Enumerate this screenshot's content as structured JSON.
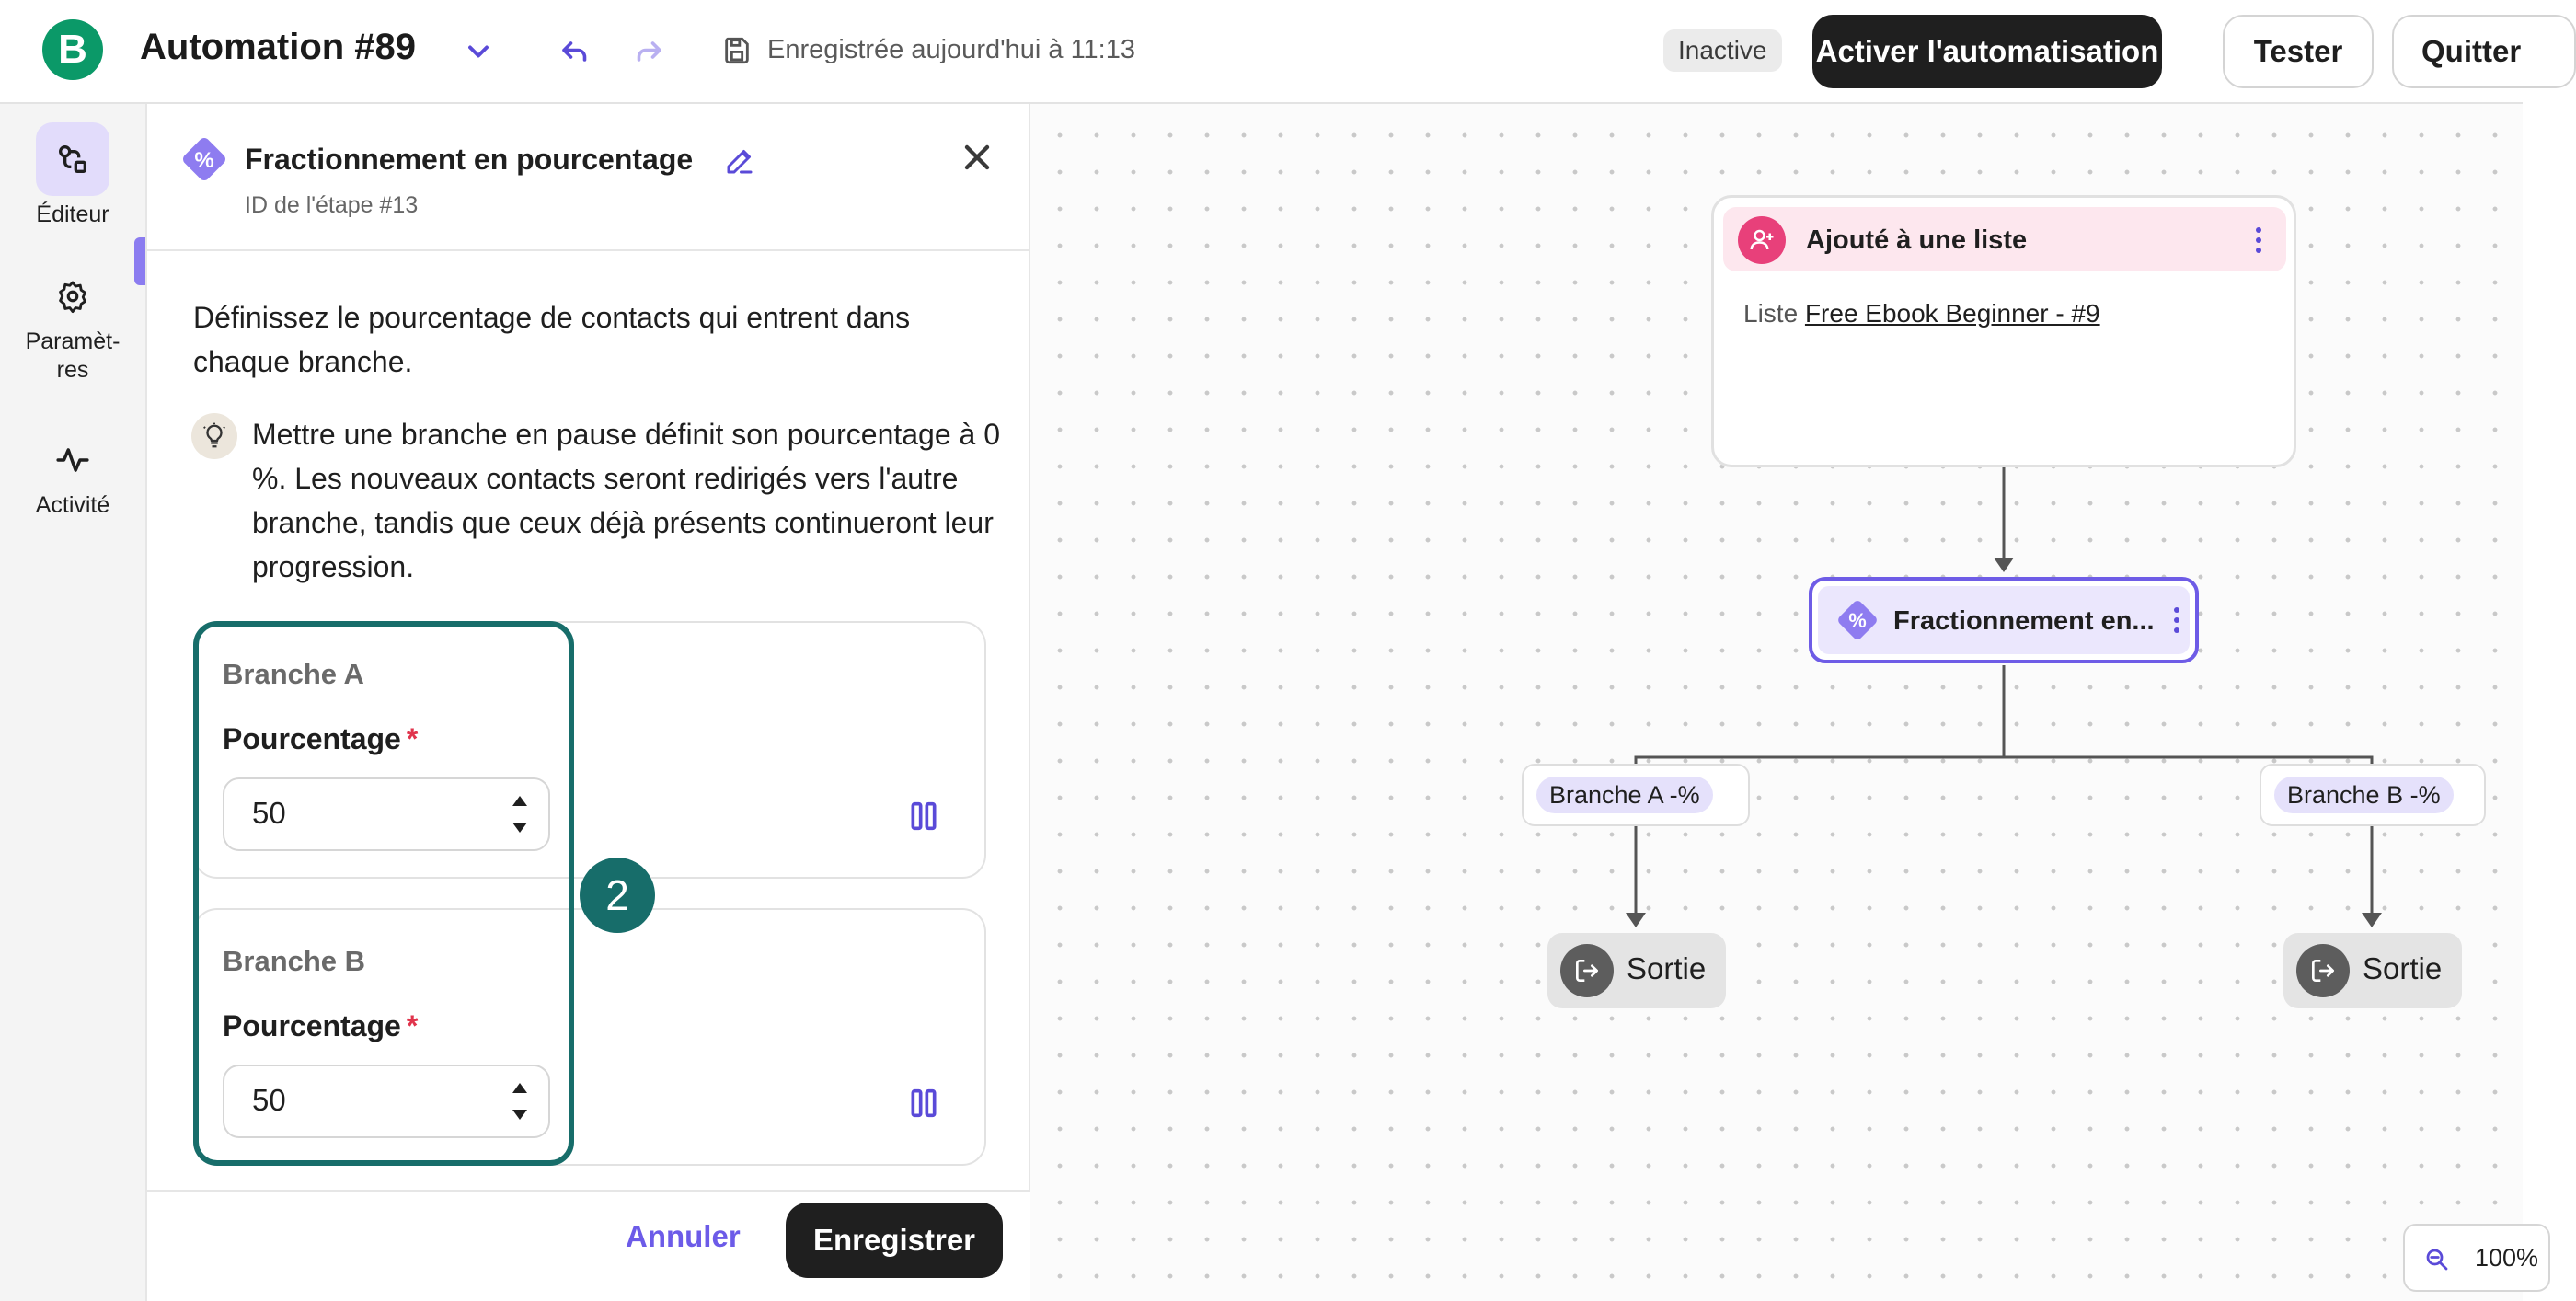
{
  "header": {
    "logo_letter": "B",
    "title": "Automation #89",
    "saved_status": "Enregistrée aujourd'hui à 11:13",
    "status_badge": "Inactive",
    "activate_label": "Activer l'automatisation",
    "test_label": "Tester",
    "quit_label": "Quitter"
  },
  "rail": {
    "items": [
      {
        "label": "Éditeur",
        "icon": "editor-icon",
        "active": true
      },
      {
        "label": "Paramèt-res",
        "icon": "gear-icon",
        "active": false
      },
      {
        "label": "Activité",
        "icon": "activity-icon",
        "active": false
      }
    ],
    "settings_line1": "Paramèt-",
    "settings_line2": "res"
  },
  "panel": {
    "title": "Fractionnement en pourcentage",
    "step_id": "ID de l'étape #13",
    "description": "Définissez le pourcentage de contacts qui entrent dans chaque branche.",
    "tip": "Mettre une branche en pause définit son pourcentage à 0 %. Les nouveaux contacts seront redirigés vers l'autre branche, tandis que ceux déjà présents continueront leur progression.",
    "branches": [
      {
        "name": "Branche A",
        "percentage_label": "Pourcentage",
        "required_mark": "*",
        "value": "50"
      },
      {
        "name": "Branche B",
        "percentage_label": "Pourcentage",
        "required_mark": "*",
        "value": "50"
      }
    ],
    "step_badge": "2",
    "cancel_label": "Annuler",
    "save_label": "Enregistrer"
  },
  "canvas": {
    "trigger": {
      "title": "Ajouté à une liste",
      "body_prefix": "Liste",
      "body_link": "Free Ebook Beginner - #9"
    },
    "split_node": {
      "title": "Fractionnement en..."
    },
    "branch_tags": [
      "Branche A -%",
      "Branche B -%"
    ],
    "exit_label": "Sortie",
    "zoom": "100%"
  },
  "colors": {
    "brand_green": "#0b9968",
    "accent_purple": "#6e5ce6",
    "highlight_teal": "#176d6a",
    "trigger_pink": "#e8407a",
    "required_red": "#e0344c"
  }
}
